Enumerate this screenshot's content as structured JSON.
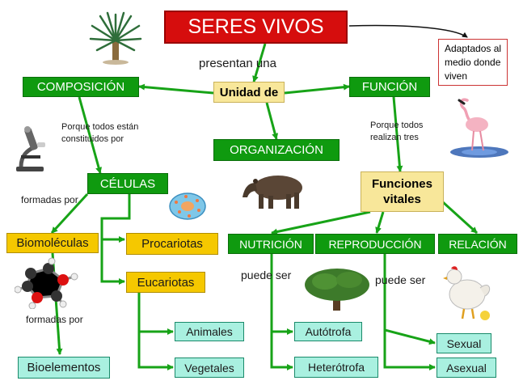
{
  "title": "SERES VIVOS",
  "note": "Adaptados al medio donde viven",
  "links": {
    "presentan": "presentan una",
    "porque_constituidos": "Porque todos están constituidos por",
    "porque_realizan": "Porque todos realizan tres",
    "formadas_por_1": "formadas por",
    "formadas_por_2": "formadas por",
    "puede_ser_1": "puede ser",
    "puede_ser_2": "puede ser"
  },
  "nodes": {
    "unidad": "Unidad de",
    "composicion": "COMPOSICIÓN",
    "funcion": "FUNCIÓN",
    "organizacion": "ORGANIZACIÓN",
    "celulas": "CÉLULAS",
    "funciones_vitales": "Funciones vitales",
    "biomoleculas": "Biomoléculas",
    "procariotas": "Procariotas",
    "eucariotas": "Eucariotas",
    "animales": "Animales",
    "vegetales": "Vegetales",
    "bioelementos": "Bioelementos",
    "nutricion": "NUTRICIÓN",
    "reproduccion": "REPRODUCCIÓN",
    "relacion": "RELACIÓN",
    "autotrofa": "Autótrofa",
    "heterotrofa": "Heterótrofa",
    "sexual": "Sexual",
    "asexual": "Asexual"
  },
  "colors": {
    "concept_green": "#0f9a0f",
    "title_red": "#d60d0d",
    "yellow": "#f5c800",
    "cream": "#f8e79a",
    "aqua": "#a9f0e0",
    "arrow_green": "#17a317"
  },
  "icons": [
    "palm-tree-icon",
    "flamingo-icon",
    "microscope-icon",
    "cell-icon",
    "tapir-icon",
    "molecule-icon",
    "tree-icon",
    "hen-icon"
  ]
}
